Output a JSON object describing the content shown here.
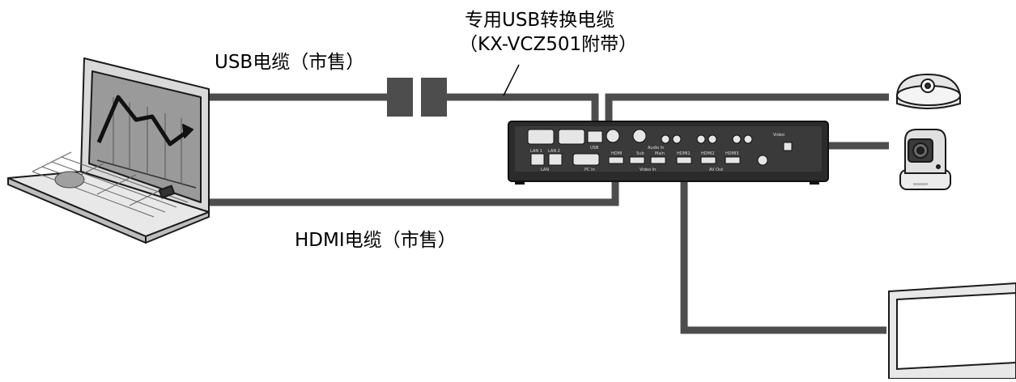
{
  "labels": {
    "usb_cable": "USB电缆（市售）",
    "usb_converter_line1": "专用USB转换电缆",
    "usb_converter_line2": "（KX-VCZ501附带）",
    "hdmi_cable": "HDMI电缆（市售）"
  },
  "device": {
    "panel_labels": {
      "lan": "LAN",
      "lan1": "LAN 1",
      "lan2": "LAN 2",
      "usb": "USB",
      "audio_in": "Audio In",
      "pc_in": "PC In",
      "hdmi": "HDMI",
      "video_in": "Video In",
      "sub": "Sub",
      "main": "Main",
      "hdmi1": "HDMI1",
      "hdmi2": "HDMI2",
      "hdmi3": "HDMI3",
      "av_out": "AV Out",
      "video": "Video"
    }
  },
  "colors": {
    "cable": "#4d4d4d",
    "outline": "#1a1a1a",
    "device_body": "#2b2b2b",
    "screen": "#9a9a9a"
  }
}
